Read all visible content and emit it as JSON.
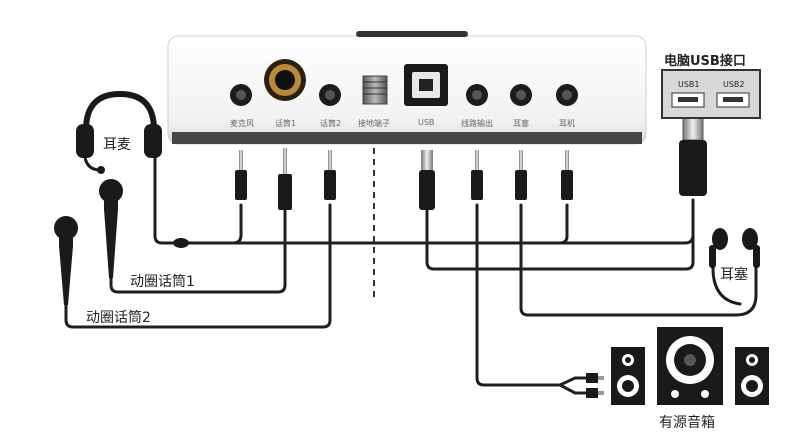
{
  "device": {
    "ports": [
      {
        "id": "mic",
        "label": "麦克风"
      },
      {
        "id": "mic1",
        "label": "话筒1"
      },
      {
        "id": "mic2",
        "label": "话筒2"
      },
      {
        "id": "ground",
        "label": "接地端子"
      },
      {
        "id": "usb",
        "label": "USB"
      },
      {
        "id": "lineout",
        "label": "线路输出"
      },
      {
        "id": "earbud",
        "label": "耳塞"
      },
      {
        "id": "headphone",
        "label": "耳机"
      }
    ]
  },
  "computer_usb": {
    "title": "电脑USB接口",
    "ports": [
      "USB1",
      "USB2"
    ]
  },
  "devices": {
    "headset": "耳麦",
    "mic_1": "动圈话筒1",
    "mic_2": "动圈话筒2",
    "earphones": "耳塞",
    "speakers": "有源音箱"
  },
  "colors": {
    "device_body": "#f4f4f4",
    "cable": "#1f1f1f",
    "panel": "#d8d8d8"
  }
}
